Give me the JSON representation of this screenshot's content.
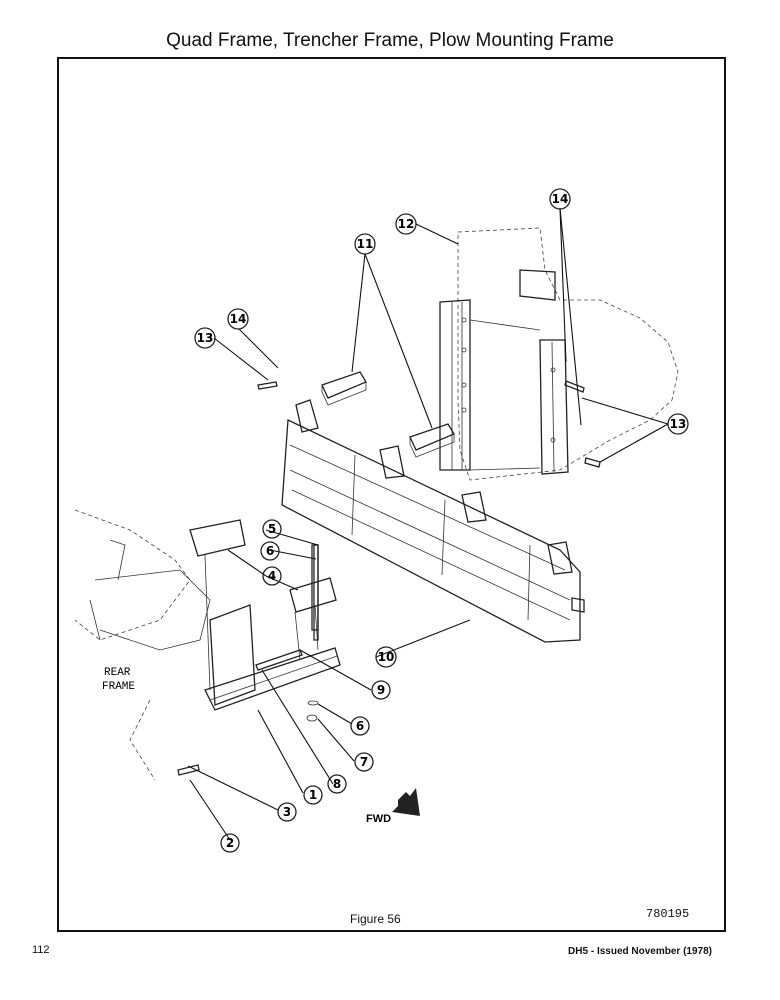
{
  "title": "Quad Frame, Trencher Frame, Plow Mounting Frame",
  "figure_caption": "Figure 56",
  "drawing_number": "780195",
  "page_number": "112",
  "issue_note": "DH5 - Issued November (1978)",
  "labels": {
    "rear_frame_line1": "REAR",
    "rear_frame_line2": "FRAME",
    "fwd": "FWD"
  },
  "callouts": [
    "14",
    "12",
    "11",
    "13",
    "14",
    "13",
    "5",
    "6",
    "4",
    "10",
    "9",
    "6",
    "7",
    "8",
    "1",
    "3",
    "2"
  ]
}
